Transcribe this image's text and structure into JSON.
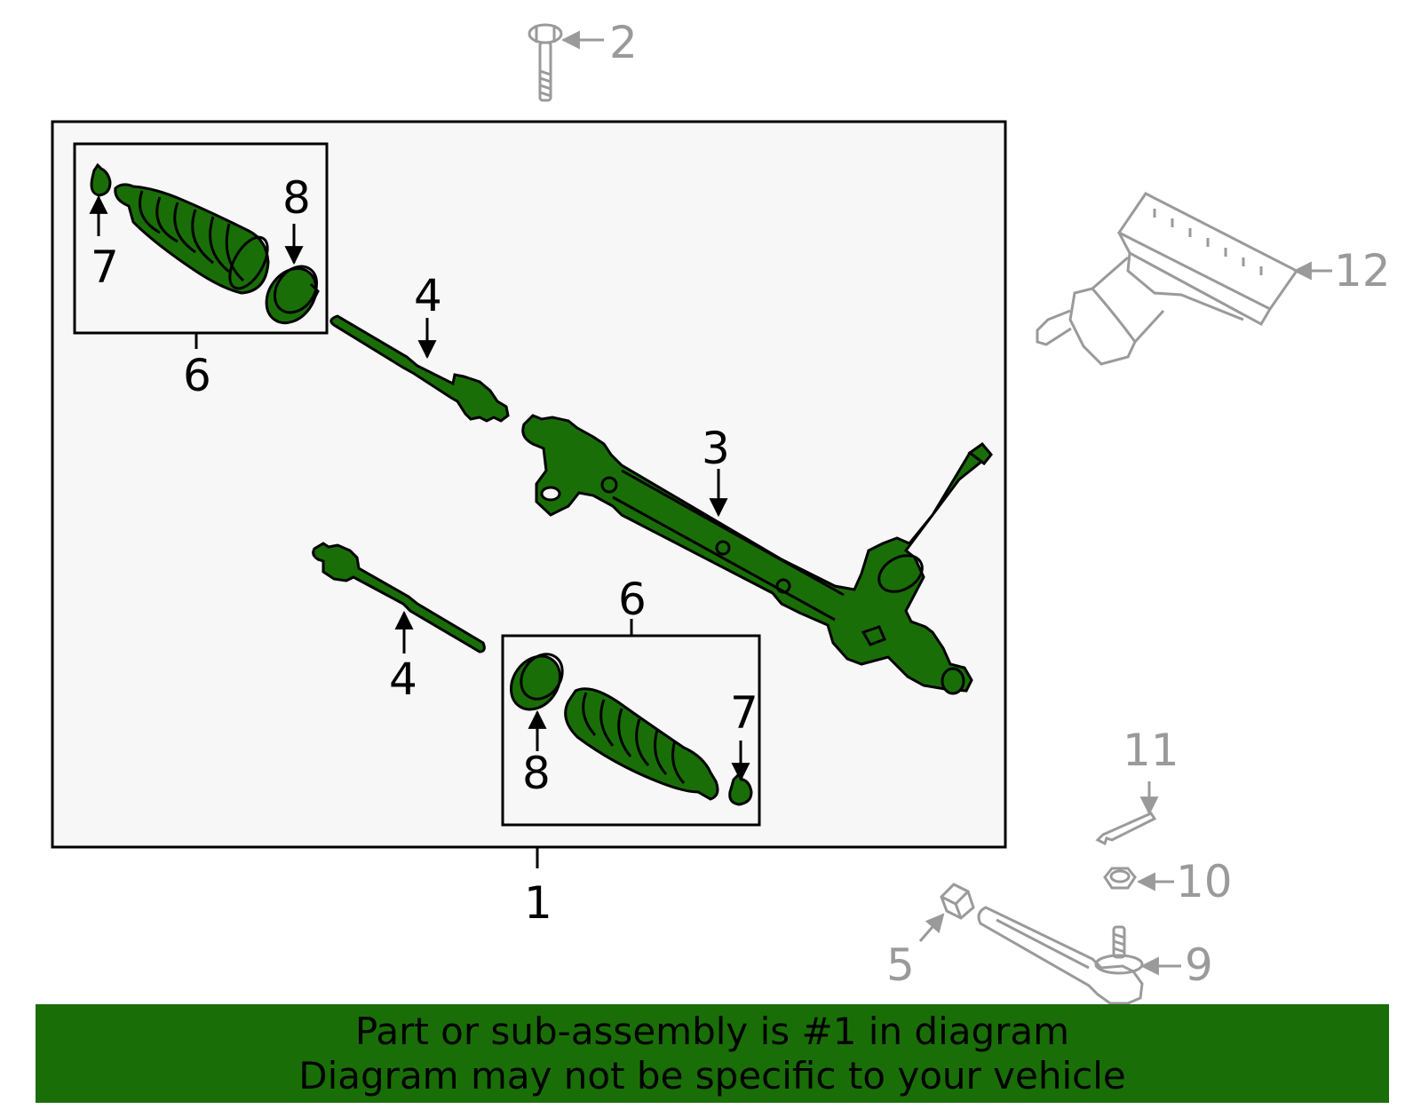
{
  "colors": {
    "part_fill": "#1a6e08",
    "outline": "#000000",
    "reference_gray": "#9a9a9a",
    "assembly_box_fill": "#f7f7f7",
    "banner_bg": "#1a6e08"
  },
  "callouts": {
    "c1": "1",
    "c2": "2",
    "c3": "3",
    "c4_upper": "4",
    "c4_lower": "4",
    "c5": "5",
    "c6_upper": "6",
    "c6_lower": "6",
    "c7_upper": "7",
    "c7_lower": "7",
    "c8_upper": "8",
    "c8_lower": "8",
    "c9": "9",
    "c10": "10",
    "c11": "11",
    "c12": "12"
  },
  "banner": {
    "line1": "Part or sub-assembly is #1 in diagram",
    "line2": "Diagram may not be specific to your vehicle"
  }
}
